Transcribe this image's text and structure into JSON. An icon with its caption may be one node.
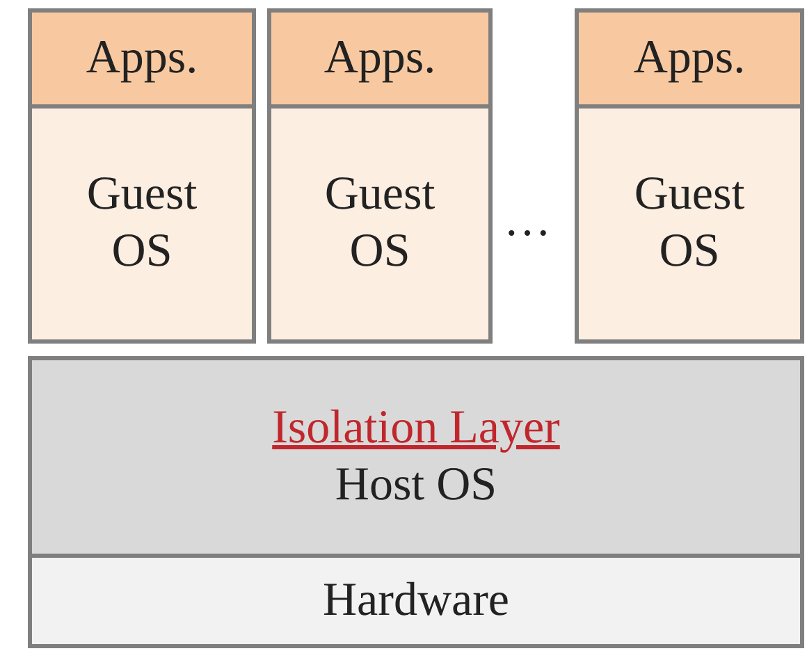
{
  "diagram": {
    "nodes": [
      {
        "text": [
          "Apps."
        ]
      },
      {
        "text": [
          "Guest OS"
        ]
      },
      {
        "text": [
          "Apps."
        ]
      },
      {
        "text": [
          "Guest OS"
        ]
      },
      {
        "text": [
          "Apps."
        ]
      },
      {
        "text": [
          "Guest OS"
        ]
      },
      {
        "text": [
          "Isolation Layer",
          "Host OS"
        ]
      },
      {
        "text": [
          "Hardware"
        ]
      }
    ],
    "edges": [],
    "labels": [
      "…"
    ]
  }
}
